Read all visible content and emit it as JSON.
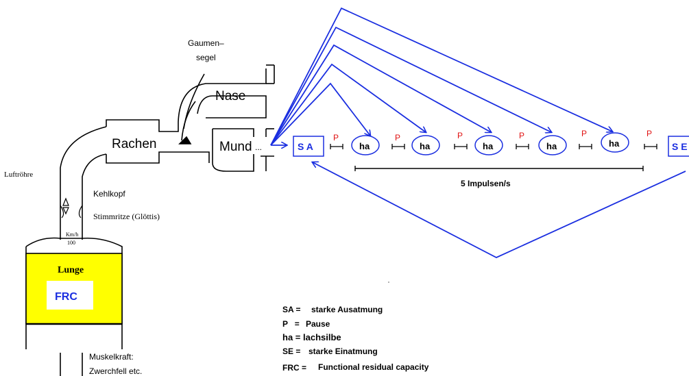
{
  "colors": {
    "blue": "#1a2ee0",
    "red": "#e01010",
    "lung_fill": "#ffff00",
    "frc_text": "#1a2ee0",
    "black": "#000000"
  },
  "anatomy": {
    "gaumensegel_line1": "Gaumen–",
    "gaumensegel_line2": "segel",
    "nase": "Nase",
    "rachen": "Rachen",
    "mund": "Mund",
    "luftrohre": "Luftröhre",
    "kehlkopf": "Kehlkopf",
    "stimmritze": "Stimmritze (Glöttis)",
    "kmh_line1": "Km/h",
    "kmh_line2": "100",
    "lunge": "Lunge",
    "frc": "FRC",
    "muskel_line1": "Muskelkraft:",
    "muskel_line2": "Zwerchfell etc."
  },
  "sequence": {
    "start": "S A",
    "end": "S E",
    "syllables": [
      "ha",
      "ha",
      "ha",
      "ha",
      "ha"
    ],
    "pause": "P",
    "rate_label": "5 Impulsen/s"
  },
  "legend": [
    {
      "abbr": "SA =",
      "text": "starke Ausatmung"
    },
    {
      "abbr": "P   =",
      "text": "Pause"
    },
    {
      "abbr": "ha =",
      "text": "lachsilbe"
    },
    {
      "abbr": "SE =",
      "text": "starke Einatmung"
    },
    {
      "abbr": "FRC =",
      "text": "Functional residual capacity"
    }
  ]
}
